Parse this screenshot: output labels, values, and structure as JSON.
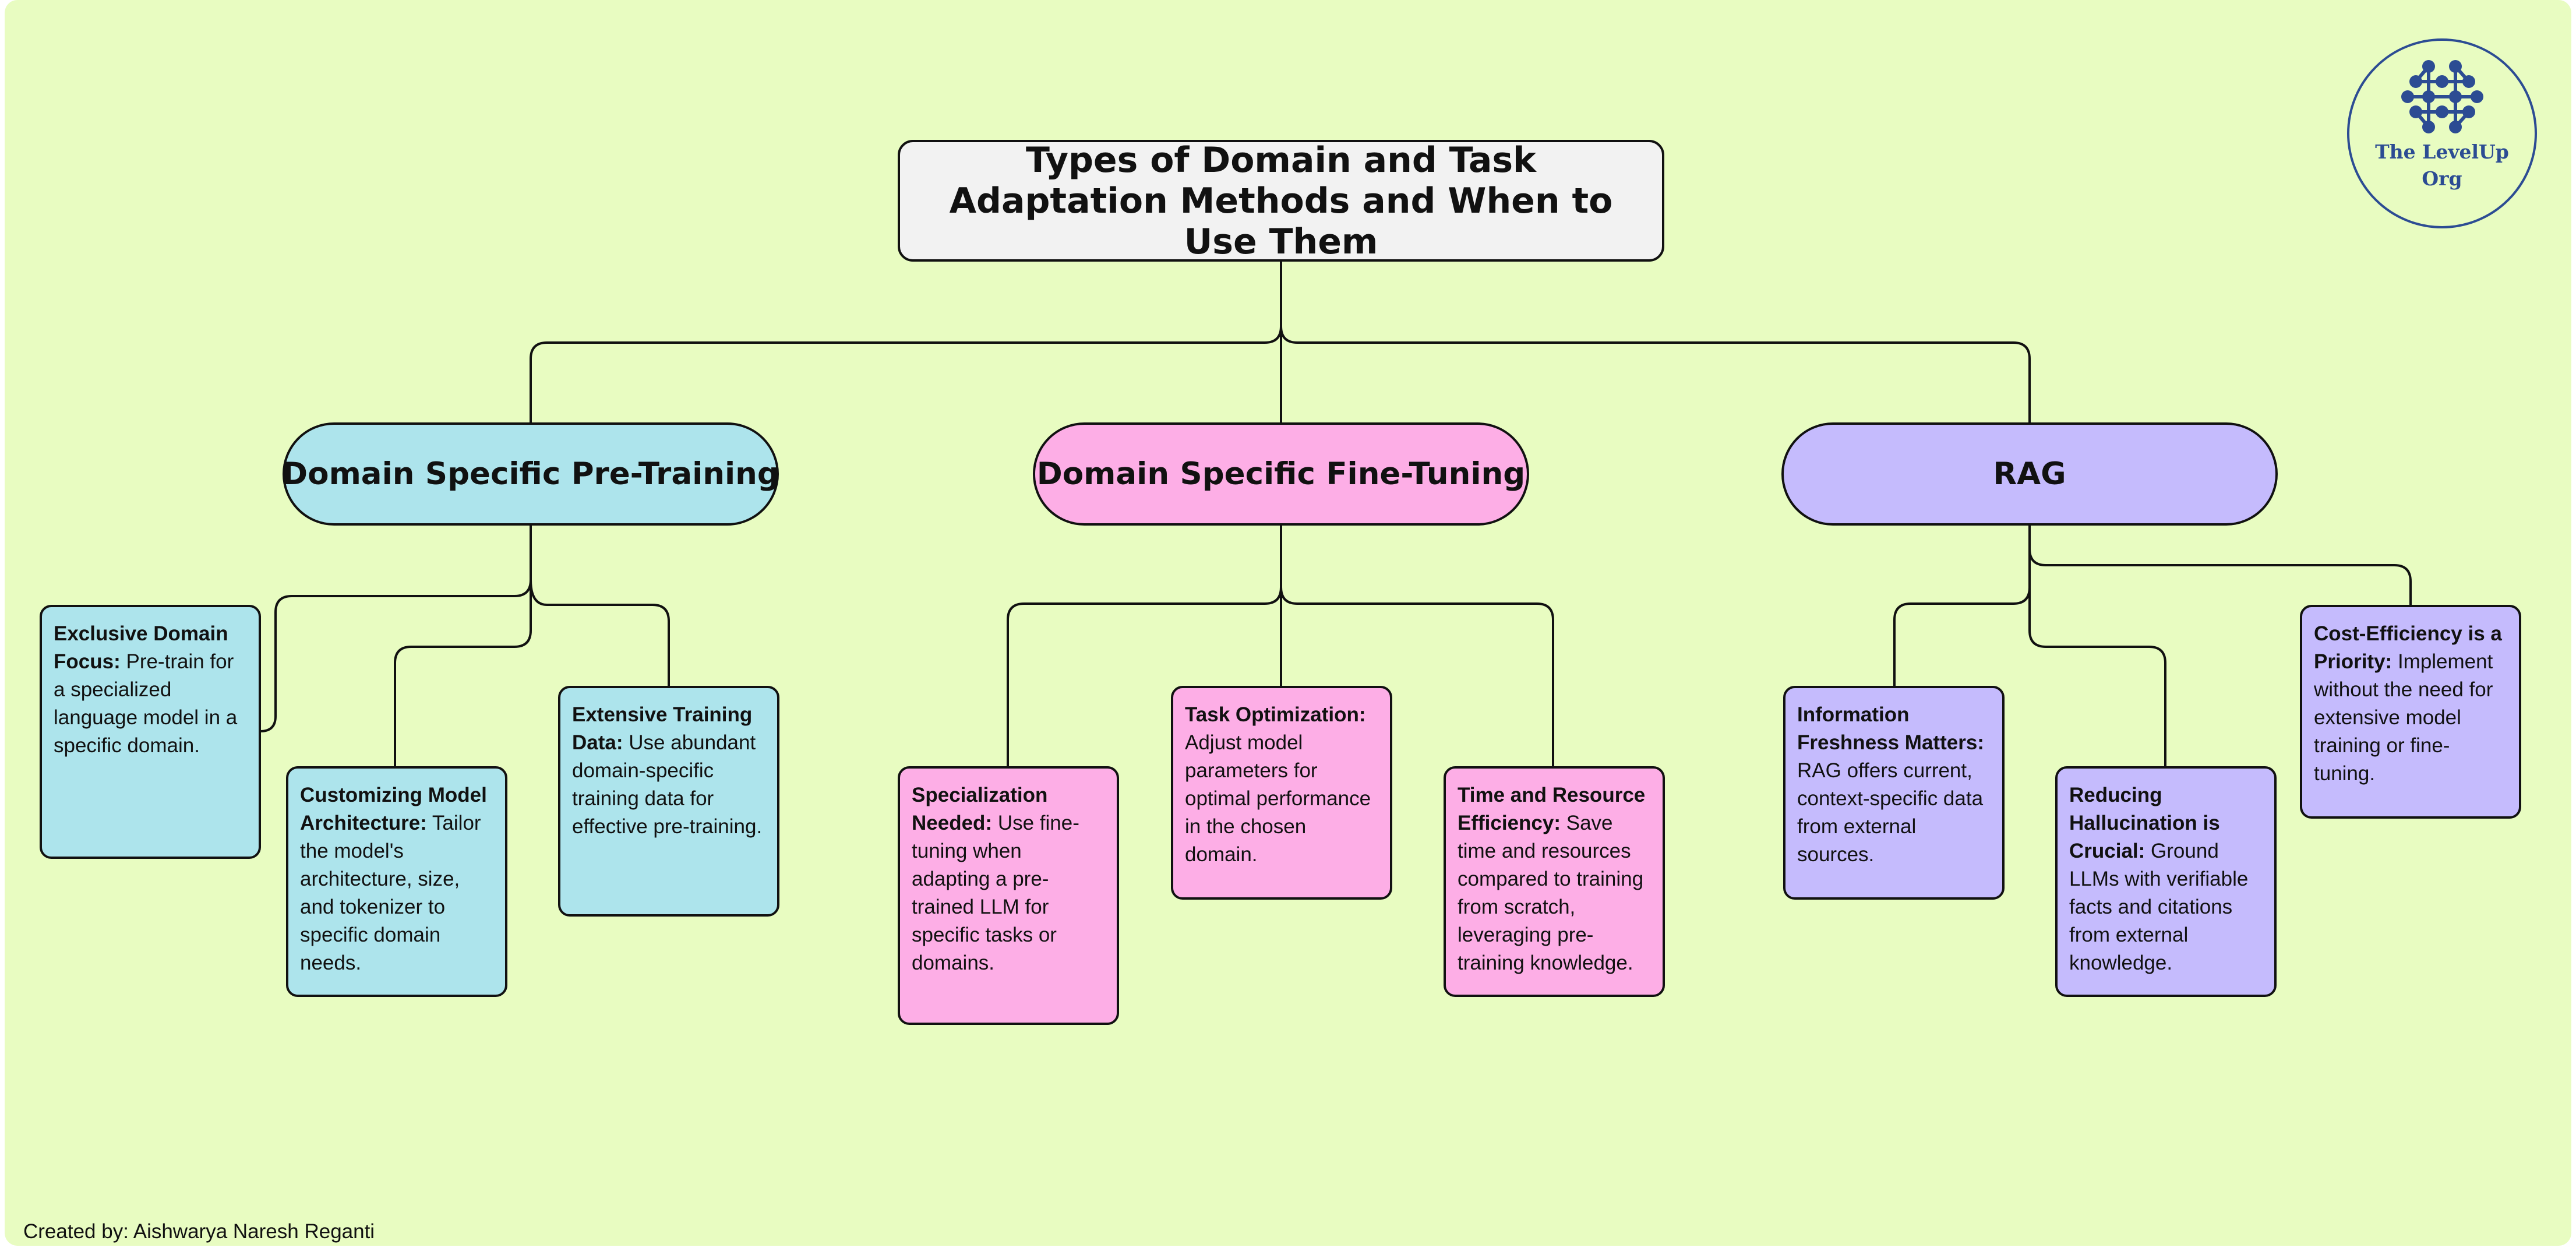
{
  "title": "Types of Domain and Task Adaptation Methods and When to Use Them",
  "logo": {
    "icon": "network-dots-icon",
    "line1": "The LevelUp",
    "line2": "Org",
    "color": "#2c4c93"
  },
  "colors": {
    "background": "#e8fcc1",
    "pretraining": "#ade4ec",
    "finetuning": "#fdaee6",
    "rag": "#c5bbfd",
    "title_box": "#f2f2f2"
  },
  "branches": [
    {
      "label": "Domain Specific Pre-Training",
      "cards": [
        {
          "heading": "Exclusive Domain Focus:",
          "text": "Pre-train for a specialized language model in a specific domain."
        },
        {
          "heading": "Customizing Model Architecture:",
          "text": "Tailor the model's architecture, size, and tokenizer to specific domain needs."
        },
        {
          "heading": "Extensive Training Data:",
          "text": "Use abundant domain-specific training data for effective pre-training."
        }
      ]
    },
    {
      "label": "Domain Specific Fine-Tuning",
      "cards": [
        {
          "heading": "Specialization Needed:",
          "text": "Use fine-tuning when adapting a pre-trained LLM for specific tasks or domains."
        },
        {
          "heading": "Task Optimization:",
          "text": "Adjust model parameters for optimal performance in the chosen domain."
        },
        {
          "heading": "Time and Resource Efficiency:",
          "text": "Save time and resources compared to training from scratch, leveraging pre-training knowledge."
        }
      ]
    },
    {
      "label": "RAG",
      "cards": [
        {
          "heading": "Information Freshness Matters:",
          "text": "RAG offers current, context-specific data from external sources."
        },
        {
          "heading": "Reducing Hallucination is Crucial:",
          "text": "Ground LLMs with verifiable facts and citations from external knowledge."
        },
        {
          "heading": "Cost-Efficiency is a Priority:",
          "text": "Implement without the need for extensive model training or fine-tuning."
        }
      ]
    }
  ],
  "credit": "Created by: Aishwarya Naresh Reganti"
}
